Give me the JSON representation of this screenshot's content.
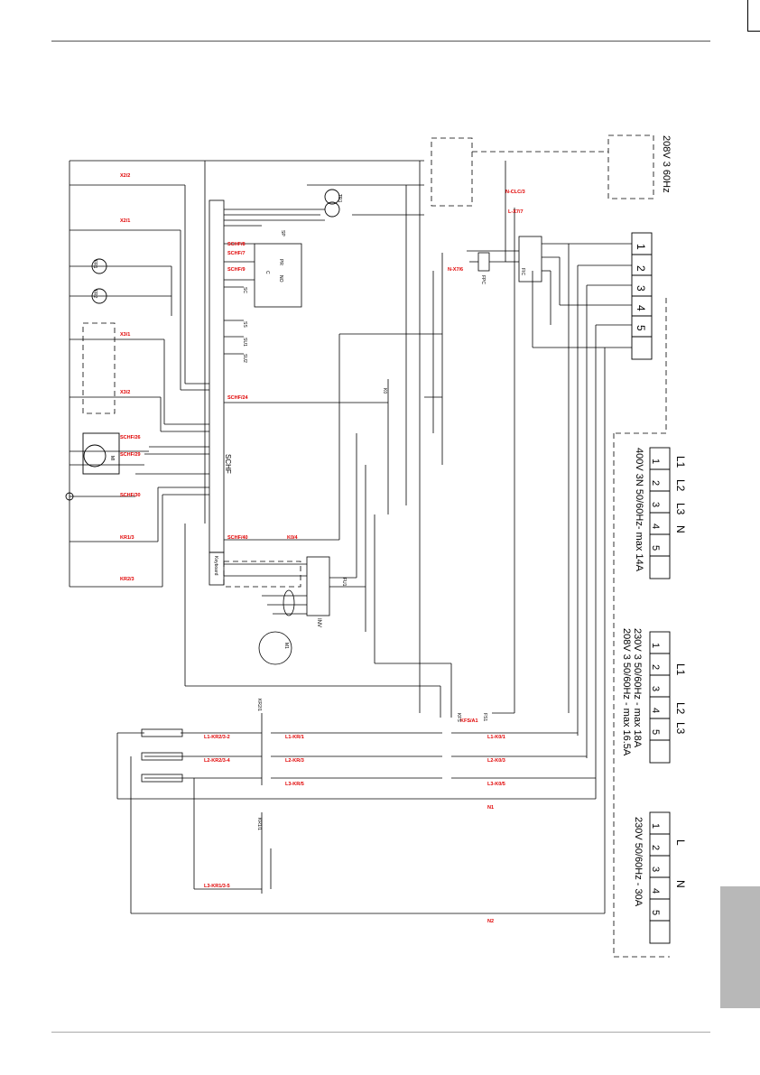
{
  "page": {
    "accent_color": "#e00000",
    "tab_color": "#b8b8b8"
  },
  "supply_blocks": [
    {
      "id": "s208",
      "lines": [
        "208V 3 60Hz"
      ],
      "terminals": []
    },
    {
      "id": "s400",
      "lines": [
        "400V 3N 50/60Hz- max 14A"
      ],
      "phases": [
        "L1",
        "L2",
        "L3",
        "N"
      ],
      "terminals": [
        "1",
        "2",
        "3",
        "4",
        "5"
      ]
    },
    {
      "id": "s230_3",
      "lines": [
        "230V 3 50/60Hz - max 18A",
        "208V 3 50/60Hz - max 16.5A"
      ],
      "phases": [
        "L1",
        "L2",
        "L3"
      ],
      "terminals": [
        "1",
        "2",
        "3",
        "4",
        "5"
      ]
    },
    {
      "id": "s230_1",
      "lines": [
        "230V 50/60Hz - 30A"
      ],
      "phases": [
        "L",
        "N"
      ],
      "terminals": [
        "1",
        "2",
        "3",
        "4",
        "5"
      ]
    }
  ],
  "main_terminal": {
    "terminals": [
      "1",
      "2",
      "3",
      "4",
      "5"
    ]
  },
  "red_labels": [
    "X2/2",
    "X2/1",
    "X3/1",
    "X3/2",
    "SCHF/26",
    "SCHF/29",
    "SCHF/30",
    "KR1/3",
    "KR2/3",
    "SCHF/8",
    "SCHF/7",
    "SCHF/9",
    "SCHF/24",
    "SCHF/40",
    "K0/4",
    "N-CLC/3",
    "L-X7/7",
    "N-X7/6",
    "KFS/A1",
    "L1-KR2/3-2",
    "L1-KR/1",
    "L1-K0/1",
    "L2-KR2/3-4",
    "L2-KR/3",
    "L2-K0/3",
    "L3-KR/5",
    "L3-K0/5",
    "L3-KR1/3-5",
    "N1",
    "N2"
  ],
  "black_labels": [
    "SCHF",
    "INV",
    "TR1",
    "FR1",
    "FR2",
    "KFS",
    "FS1",
    "FPC",
    "FIC",
    "FU1",
    "Keyboard",
    "K0",
    "KR2/1",
    "KR1/1",
    "PR",
    "NO",
    "C",
    "SP",
    "SC",
    "SS",
    "SU1",
    "SU2",
    "M1",
    "MI"
  ]
}
